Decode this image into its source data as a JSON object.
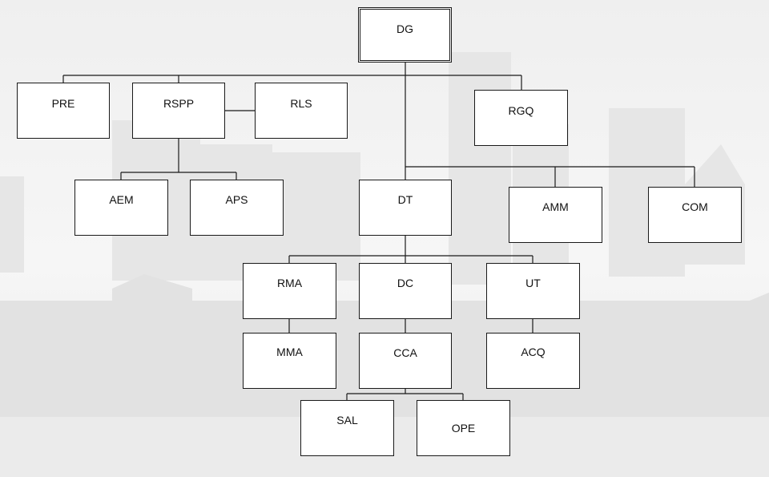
{
  "colors": {
    "line": "#1a1a1a",
    "box_fill": "#ffffff",
    "text": "#111111"
  },
  "nodes": {
    "dg": "DG",
    "pre": "PRE",
    "rspp": "RSPP",
    "rls": "RLS",
    "rgq": "RGQ",
    "aem": "AEM",
    "aps": "APS",
    "dt": "DT",
    "amm": "AMM",
    "com": "COM",
    "rma": "RMA",
    "dc": "DC",
    "ut": "UT",
    "mma": "MMA",
    "cca": "CCA",
    "acq": "ACQ",
    "sal": "SAL",
    "ope": "OPE"
  }
}
